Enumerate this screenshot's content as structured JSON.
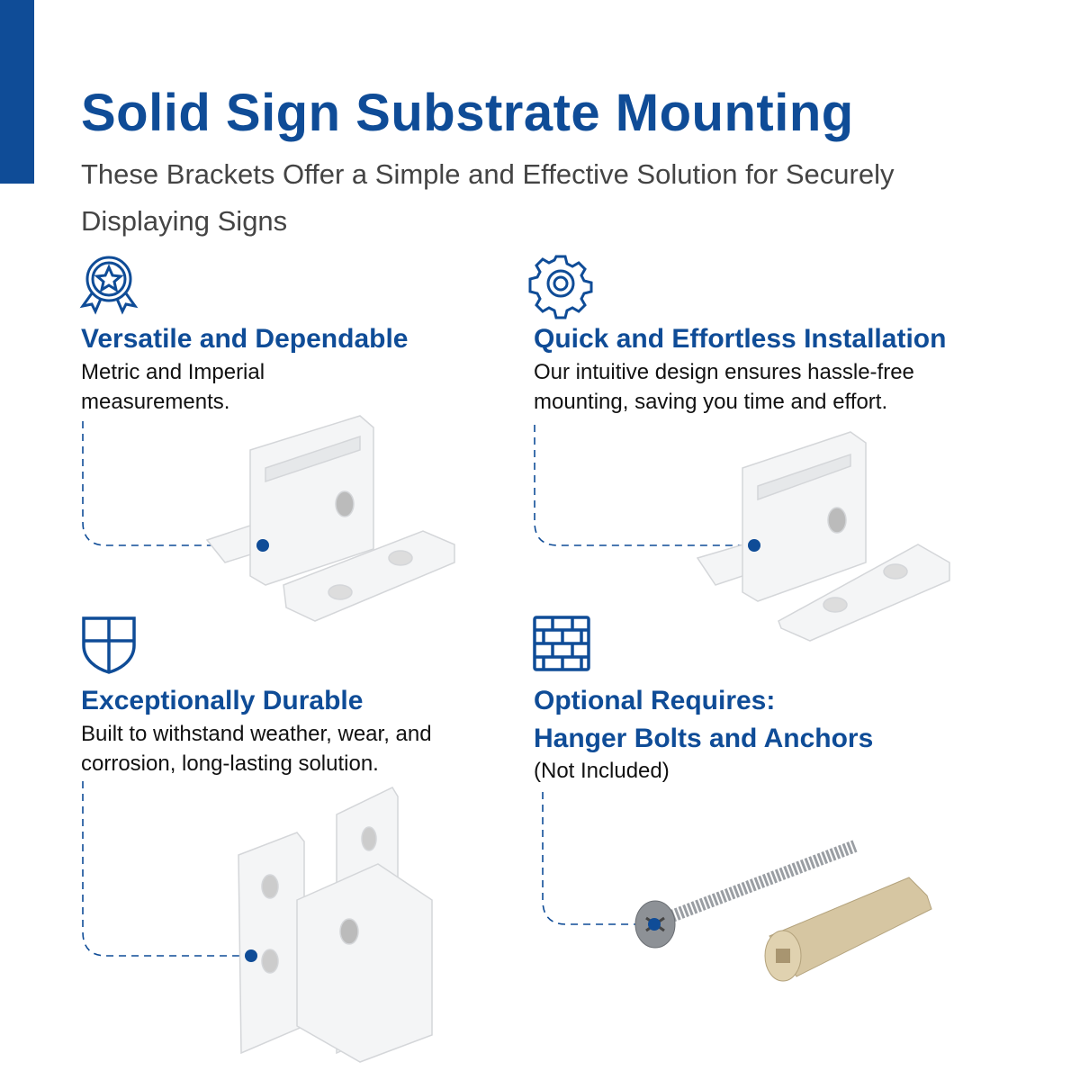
{
  "header": {
    "title": "Solid Sign Substrate Mounting",
    "subtitle": "These Brackets Offer a Simple and Effective Solution for Securely Displaying Signs"
  },
  "features": [
    {
      "icon": "award-star-icon",
      "title": "Versatile and Dependable",
      "description": "Metric and Imperial measurements."
    },
    {
      "icon": "gear-icon",
      "title": "Quick and Effortless Installation",
      "description": "Our intuitive design ensures hassle-free mounting, saving you time and effort."
    },
    {
      "icon": "shield-icon",
      "title": "Exceptionally Durable",
      "description": "Built to withstand weather, wear, and corrosion, long-lasting solution."
    },
    {
      "icon": "brick-wall-icon",
      "title": "Optional Requires:",
      "title2": "Hanger Bolts and Anchors",
      "description": "(Not Included)"
    }
  ],
  "colors": {
    "accent": "#0f4c97",
    "text": "#111111",
    "subtitle": "#444444"
  }
}
